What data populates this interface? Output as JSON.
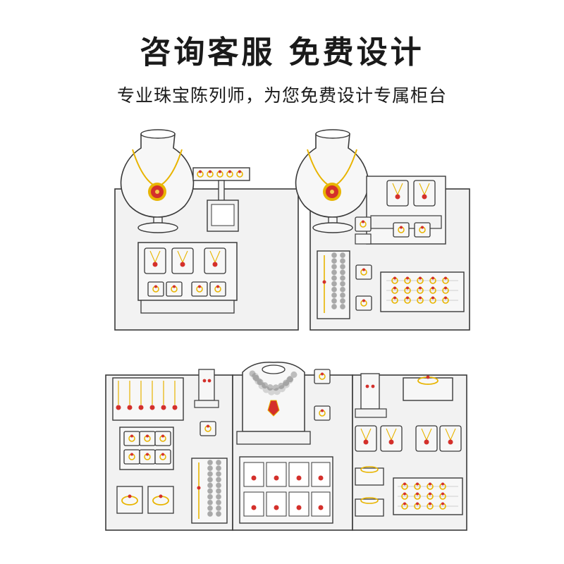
{
  "header": {
    "title": "咨询客服 免费设计",
    "subtitle": "专业珠宝陈列师，为您免费设计专属柜台"
  },
  "colors": {
    "line": "#3a3a3a",
    "surface": "#f2f2f2",
    "gold": "#e8b400",
    "gem": "#d4302b",
    "pearl": "#ffffff"
  },
  "illustration": {
    "display_sets": [
      {
        "name": "counter-set-top-left",
        "items": [
          "bust-necklace",
          "ring-bar-stand",
          "pendant-boxes",
          "ring-boxes",
          "riser-plate"
        ]
      },
      {
        "name": "counter-set-top-right",
        "items": [
          "bust-necklace",
          "pendant-boxes",
          "pearl-strand-tray",
          "ring-boxes",
          "ring-tray"
        ]
      },
      {
        "name": "counter-set-bottom",
        "items": [
          "necklace-rack",
          "ring-grid-tray",
          "bracelet-boxes",
          "pearl-strand-tray",
          "pearl-bust",
          "pendant-grid-tray",
          "earring-stands",
          "bangle-stands",
          "ring-tray"
        ]
      }
    ]
  }
}
